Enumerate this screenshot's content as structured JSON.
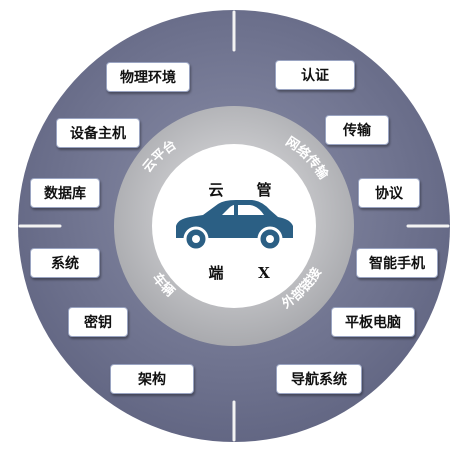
{
  "colors": {
    "outer_ring": "#6f7390",
    "middle_ring": "#bfc0c3",
    "inner_circle": "#ffffff",
    "car": "#2b5f84"
  },
  "inner_labels": {
    "cloud": "云",
    "pipe": "管",
    "end": "端",
    "x": "X"
  },
  "ring_labels": {
    "cloud_platform": "云平台",
    "network_transmission": "网络传输",
    "vehicle": "车辆",
    "external_link": "外部链接"
  },
  "left_boxes": [
    "物理环境",
    "设备主机",
    "数据库",
    "系统",
    "密钥",
    "架构"
  ],
  "right_boxes": [
    "认证",
    "传输",
    "协议",
    "智能手机",
    "平板电脑",
    "导航系统"
  ],
  "car_icon": "car-icon"
}
